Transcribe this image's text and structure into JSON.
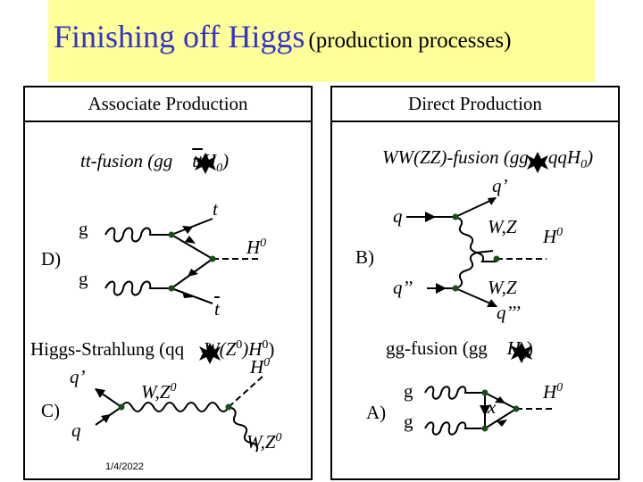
{
  "title": {
    "main": "Finishing off Higgs",
    "sub": "(production processes)"
  },
  "panels": {
    "left_header": "Associate Production",
    "right_header": "Direct Production"
  },
  "diagrams": {
    "tt_fusion": {
      "title_pre": "tt-fusion (gg",
      "title_post": "tt",
      "title_h": "H",
      "title_sub": "0",
      "title_close": ")",
      "letter": "D)",
      "g1": "g",
      "g2": "g",
      "t": "t",
      "tbar": "t",
      "higgs": "H",
      "higgs_sup": "0"
    },
    "higgs_strahlung": {
      "title_pre": "Higgs-Strahlung (qq",
      "title_w": "W(Z",
      "title_sup": "0",
      "title_close": ")H",
      "title_sup2": "0",
      "title_end": ")",
      "letter": "C)",
      "q_prime": "q’",
      "q": "q",
      "wz": "W,Z",
      "wz_sup": "0",
      "higgs": "H",
      "higgs_sup": "0",
      "wz_out": "W,Z",
      "wz_out_sup": "0"
    },
    "ww_fusion": {
      "title_pre": "WW(ZZ)-fusion (gg",
      "title_qq": "qqH",
      "title_sub": "0",
      "title_close": ")",
      "letter": "B)",
      "q_prime": "q’",
      "q": "q",
      "q_pp": "q’’",
      "q_ppp": "q’’’",
      "w1": "W,Z",
      "w2": "W,Z",
      "higgs": "H",
      "higgs_sup": "0"
    },
    "gg_fusion": {
      "title_pre": "gg-fusion (gg",
      "title_h": "H",
      "title_sub": "0",
      "title_close": ")",
      "letter": "A)",
      "g1": "g",
      "g2": "g",
      "x": "x",
      "higgs": "H",
      "higgs_sup": "0"
    }
  },
  "footer": {
    "date": "1/4/2022"
  },
  "colors": {
    "title_band": "#ffff99",
    "title_text": "#3333cc",
    "vertex": "#1a4d1a"
  }
}
